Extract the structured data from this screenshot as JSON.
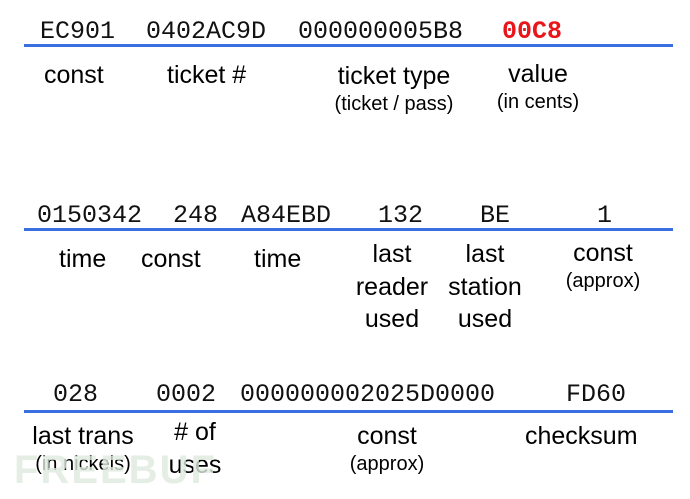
{
  "row1": {
    "hex": [
      "EC901",
      "0402AC9D",
      "000000005B8",
      "00C8"
    ],
    "labels": {
      "const": "const",
      "ticket_num": "ticket #",
      "ticket_type": "ticket type",
      "ticket_type_sub": "(ticket / pass)",
      "value": "value",
      "value_sub": "(in cents)"
    }
  },
  "row2": {
    "hex": [
      "0150342",
      "248",
      "A84EBD",
      "132",
      "BE",
      "1"
    ],
    "labels": {
      "time1": "time",
      "const": "const",
      "time2": "time",
      "last_reader": [
        "last",
        "reader",
        "used"
      ],
      "last_station": [
        "last",
        "station",
        "used"
      ],
      "const2": "const",
      "const2_sub": "(approx)"
    }
  },
  "row3": {
    "hex": [
      "028",
      "0002",
      "000000002025D0000",
      "FD60"
    ],
    "labels": {
      "last_trans": "last trans",
      "last_trans_sub": "(in nickels)",
      "num_uses": [
        "# of",
        "uses"
      ],
      "const": "const",
      "const_sub": "(approx)",
      "checksum": "checksum"
    }
  },
  "watermark": "FREEBUF",
  "colors": {
    "rule": "#3a6fe0",
    "highlight": "#e8151b"
  }
}
